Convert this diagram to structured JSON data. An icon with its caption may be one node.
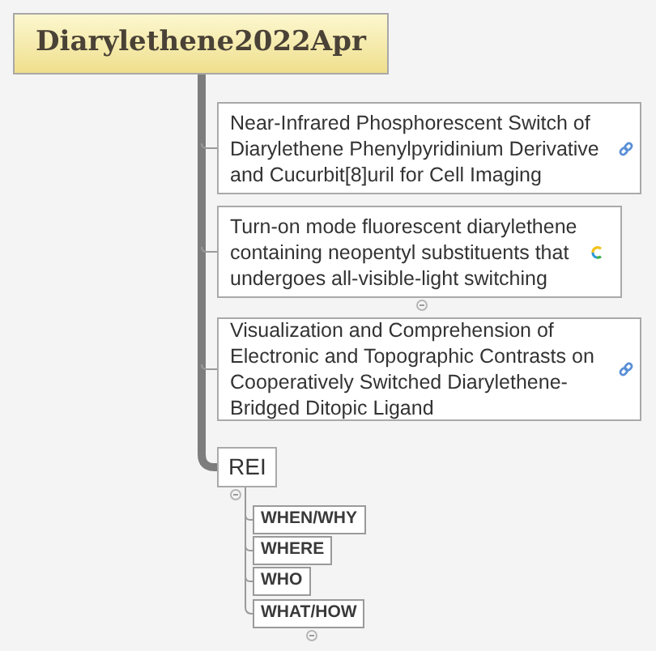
{
  "diagram": {
    "nodes": [
      {
        "text": [
          "Diarylethene2022Apr"
        ]
      },
      {
        "text": [
          "Near-Infrared Phosphorescent Switch of Diarylethene Phenylpyridinium Derivative and Cucurbit[8]uril for Cell Imaging"
        ]
      },
      {
        "text": [
          "Turn-on mode fluorescent diarylethene containing neopentyl substituents that undergoes all-visible-light switching"
        ]
      },
      {
        "text": [
          "Visualization and Comprehension of Electronic and Topographic Contrasts on Cooperatively Switched Diarylethene-Bridged Ditopic Ligand"
        ]
      },
      {
        "text": [
          "REI"
        ]
      },
      {
        "text": [
          "WHEN/WHY"
        ]
      },
      {
        "text": [
          "WHERE"
        ]
      },
      {
        "text": [
          "WHO"
        ]
      },
      {
        "text": [
          "WHAT/HOW"
        ]
      }
    ],
    "edges": [
      {
        "from": 0,
        "to": 1,
        "arrow": "none",
        "style": "thick"
      },
      {
        "from": 0,
        "to": 2,
        "arrow": "none",
        "style": "thick"
      },
      {
        "from": 0,
        "to": 3,
        "arrow": "none",
        "style": "thick"
      },
      {
        "from": 0,
        "to": 4,
        "arrow": "none",
        "style": "thick"
      },
      {
        "from": 4,
        "to": 5,
        "arrow": "none"
      },
      {
        "from": 4,
        "to": 6,
        "arrow": "none"
      },
      {
        "from": 4,
        "to": 7,
        "arrow": "none"
      },
      {
        "from": 4,
        "to": 8,
        "arrow": "none"
      }
    ]
  }
}
